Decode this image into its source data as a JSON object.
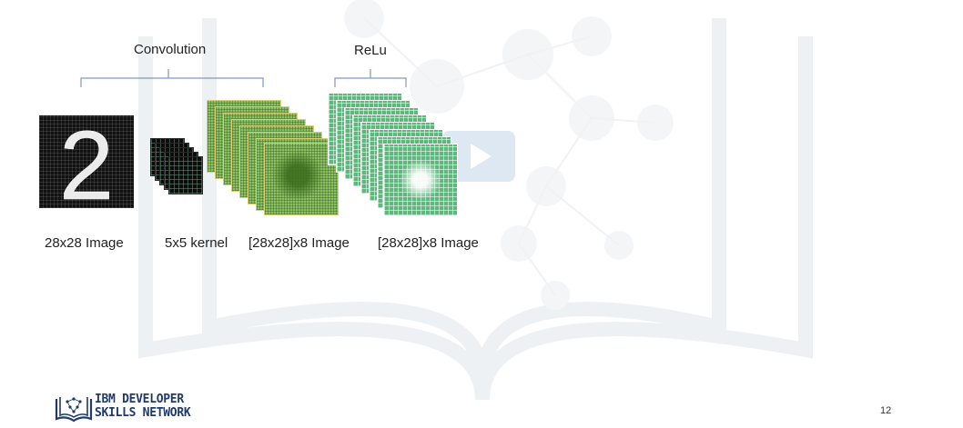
{
  "labels": {
    "convolution": "Convolution",
    "relu": "ReLu",
    "input_image": "28x28 Image",
    "kernel": "5x5 kernel",
    "conv_output": "[28x28]x8 Image",
    "relu_output": "[28x28]x8 Image"
  },
  "digit": "2",
  "footer": {
    "logo_line1": "IBM DEVELOPER",
    "logo_line2": "SKILLS NETWORK",
    "slide_number": "12"
  },
  "colors": {
    "bracket": "#7d96c8",
    "conv_feature_map": "#8cc063",
    "relu_feature_map": "#5fb77e",
    "logo": "#1f3a6b"
  }
}
